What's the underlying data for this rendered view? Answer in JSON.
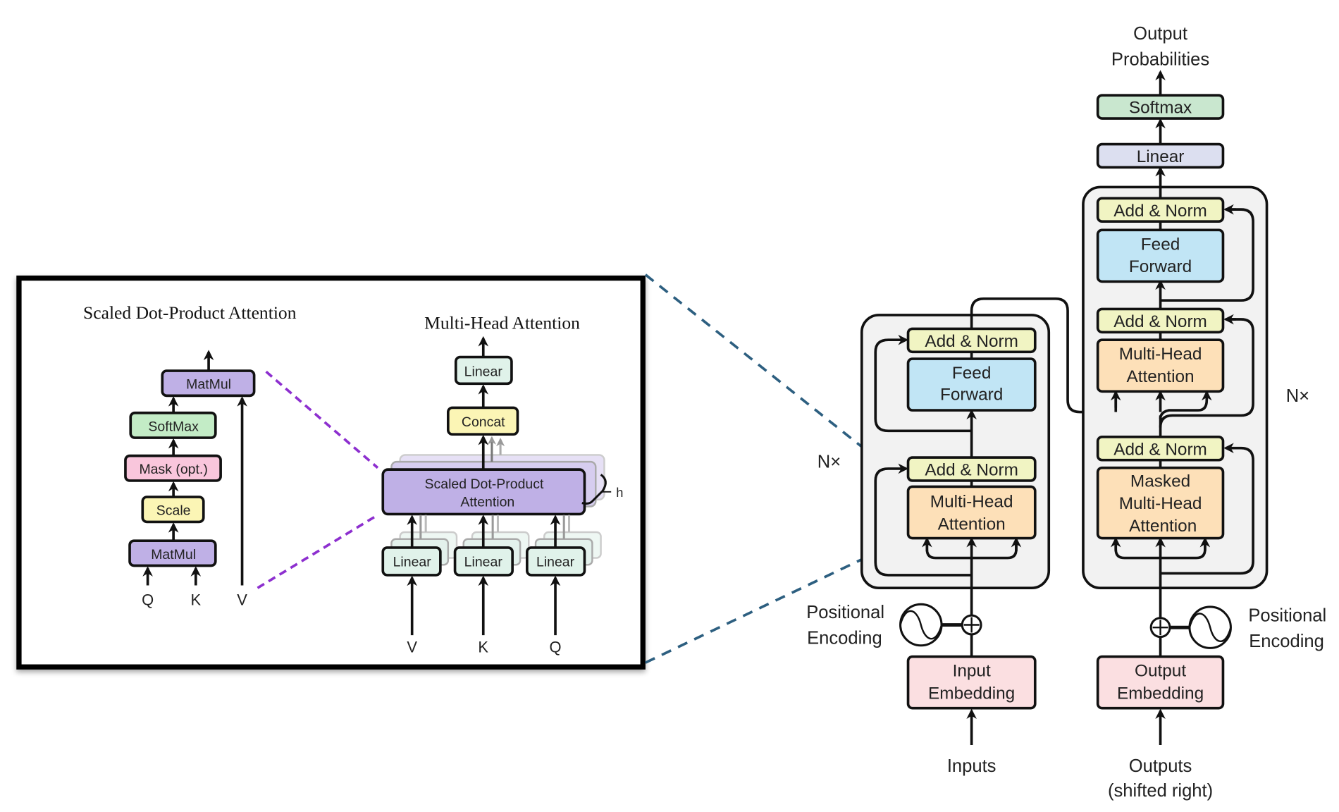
{
  "colors": {
    "add_norm": "#f1f4c3",
    "feed_forward": "#c1e5f5",
    "attention": "#fde0b8",
    "embedding": "#fbdfe1",
    "linear_out": "#dcdff0",
    "softmax": "#c9e7cf",
    "container": "#f2f2f2",
    "matmul": "#bfb0e6",
    "sdpa_softmax": "#c3ecc6",
    "mask": "#f9c6dc",
    "scale": "#fbf5b5",
    "mha_linear": "#e0f2ea",
    "concat": "#fbf5b5",
    "purple_dash": "#8d2fcf",
    "blue_dash": "#2d5f80"
  },
  "inset": {
    "sdpa": {
      "title": "Scaled Dot-Product Attention",
      "blocks": [
        "MatMul",
        "SoftMax",
        "Mask (opt.)",
        "Scale",
        "MatMul"
      ],
      "inputs": [
        "Q",
        "K",
        "V"
      ]
    },
    "mha": {
      "title": "Multi-Head Attention",
      "linear_top": "Linear",
      "concat": "Concat",
      "sdpa_line1": "Scaled Dot-Product",
      "sdpa_line2": "Attention",
      "heads_label": "h",
      "linears": [
        "Linear",
        "Linear",
        "Linear"
      ],
      "inputs": [
        "V",
        "K",
        "Q"
      ]
    }
  },
  "encoder": {
    "repeat_label": "N×",
    "add_norm_top": "Add & Norm",
    "ff_line1": "Feed",
    "ff_line2": "Forward",
    "add_norm_bottom": "Add & Norm",
    "mha_line1": "Multi-Head",
    "mha_line2": "Attention",
    "pe_line1": "Positional",
    "pe_line2": "Encoding",
    "emb_line1": "Input",
    "emb_line2": "Embedding",
    "input_label": "Inputs"
  },
  "decoder": {
    "repeat_label": "N×",
    "output_line1": "Output",
    "output_line2": "Probabilities",
    "softmax": "Softmax",
    "linear": "Linear",
    "add_norm_1": "Add & Norm",
    "ff_line1": "Feed",
    "ff_line2": "Forward",
    "add_norm_2": "Add & Norm",
    "mha_line1": "Multi-Head",
    "mha_line2": "Attention",
    "add_norm_3": "Add & Norm",
    "masked_line1": "Masked",
    "masked_line2": "Multi-Head",
    "masked_line3": "Attention",
    "pe_line1": "Positional",
    "pe_line2": "Encoding",
    "emb_line1": "Output",
    "emb_line2": "Embedding",
    "input_line1": "Outputs",
    "input_line2": "(shifted right)"
  }
}
